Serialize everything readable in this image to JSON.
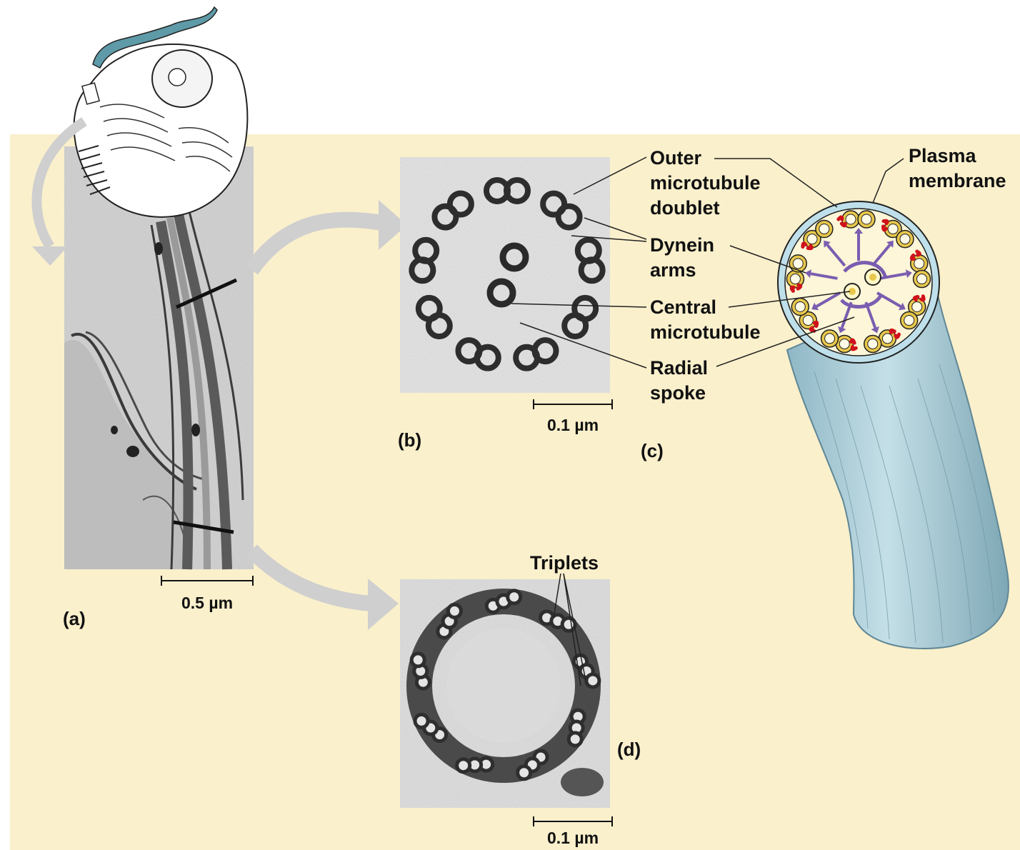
{
  "panels": {
    "a": {
      "letter": "(a)",
      "scale": "0.5 µm"
    },
    "b": {
      "letter": "(b)",
      "scale": "0.1 µm"
    },
    "c": {
      "letter": "(c)"
    },
    "d": {
      "letter": "(d)",
      "scale": "0.1 µm",
      "label": "Triplets"
    }
  },
  "labels": {
    "outer": [
      "Outer",
      "microtubule",
      "doublet"
    ],
    "dynein": [
      "Dynein",
      "arms"
    ],
    "central": [
      "Central",
      "microtubule"
    ],
    "radial": [
      "Radial",
      "spoke"
    ],
    "plasma": [
      "Plasma",
      "membrane"
    ]
  },
  "colors": {
    "background_panel": "#faf0cc",
    "tube": "#a9ccd8",
    "tube_dark": "#7fa8b6",
    "doublet": "#e8c84c",
    "dynein": "#d0121b",
    "spoke": "#7a5db0",
    "micrograph": "#d6d6d6"
  }
}
